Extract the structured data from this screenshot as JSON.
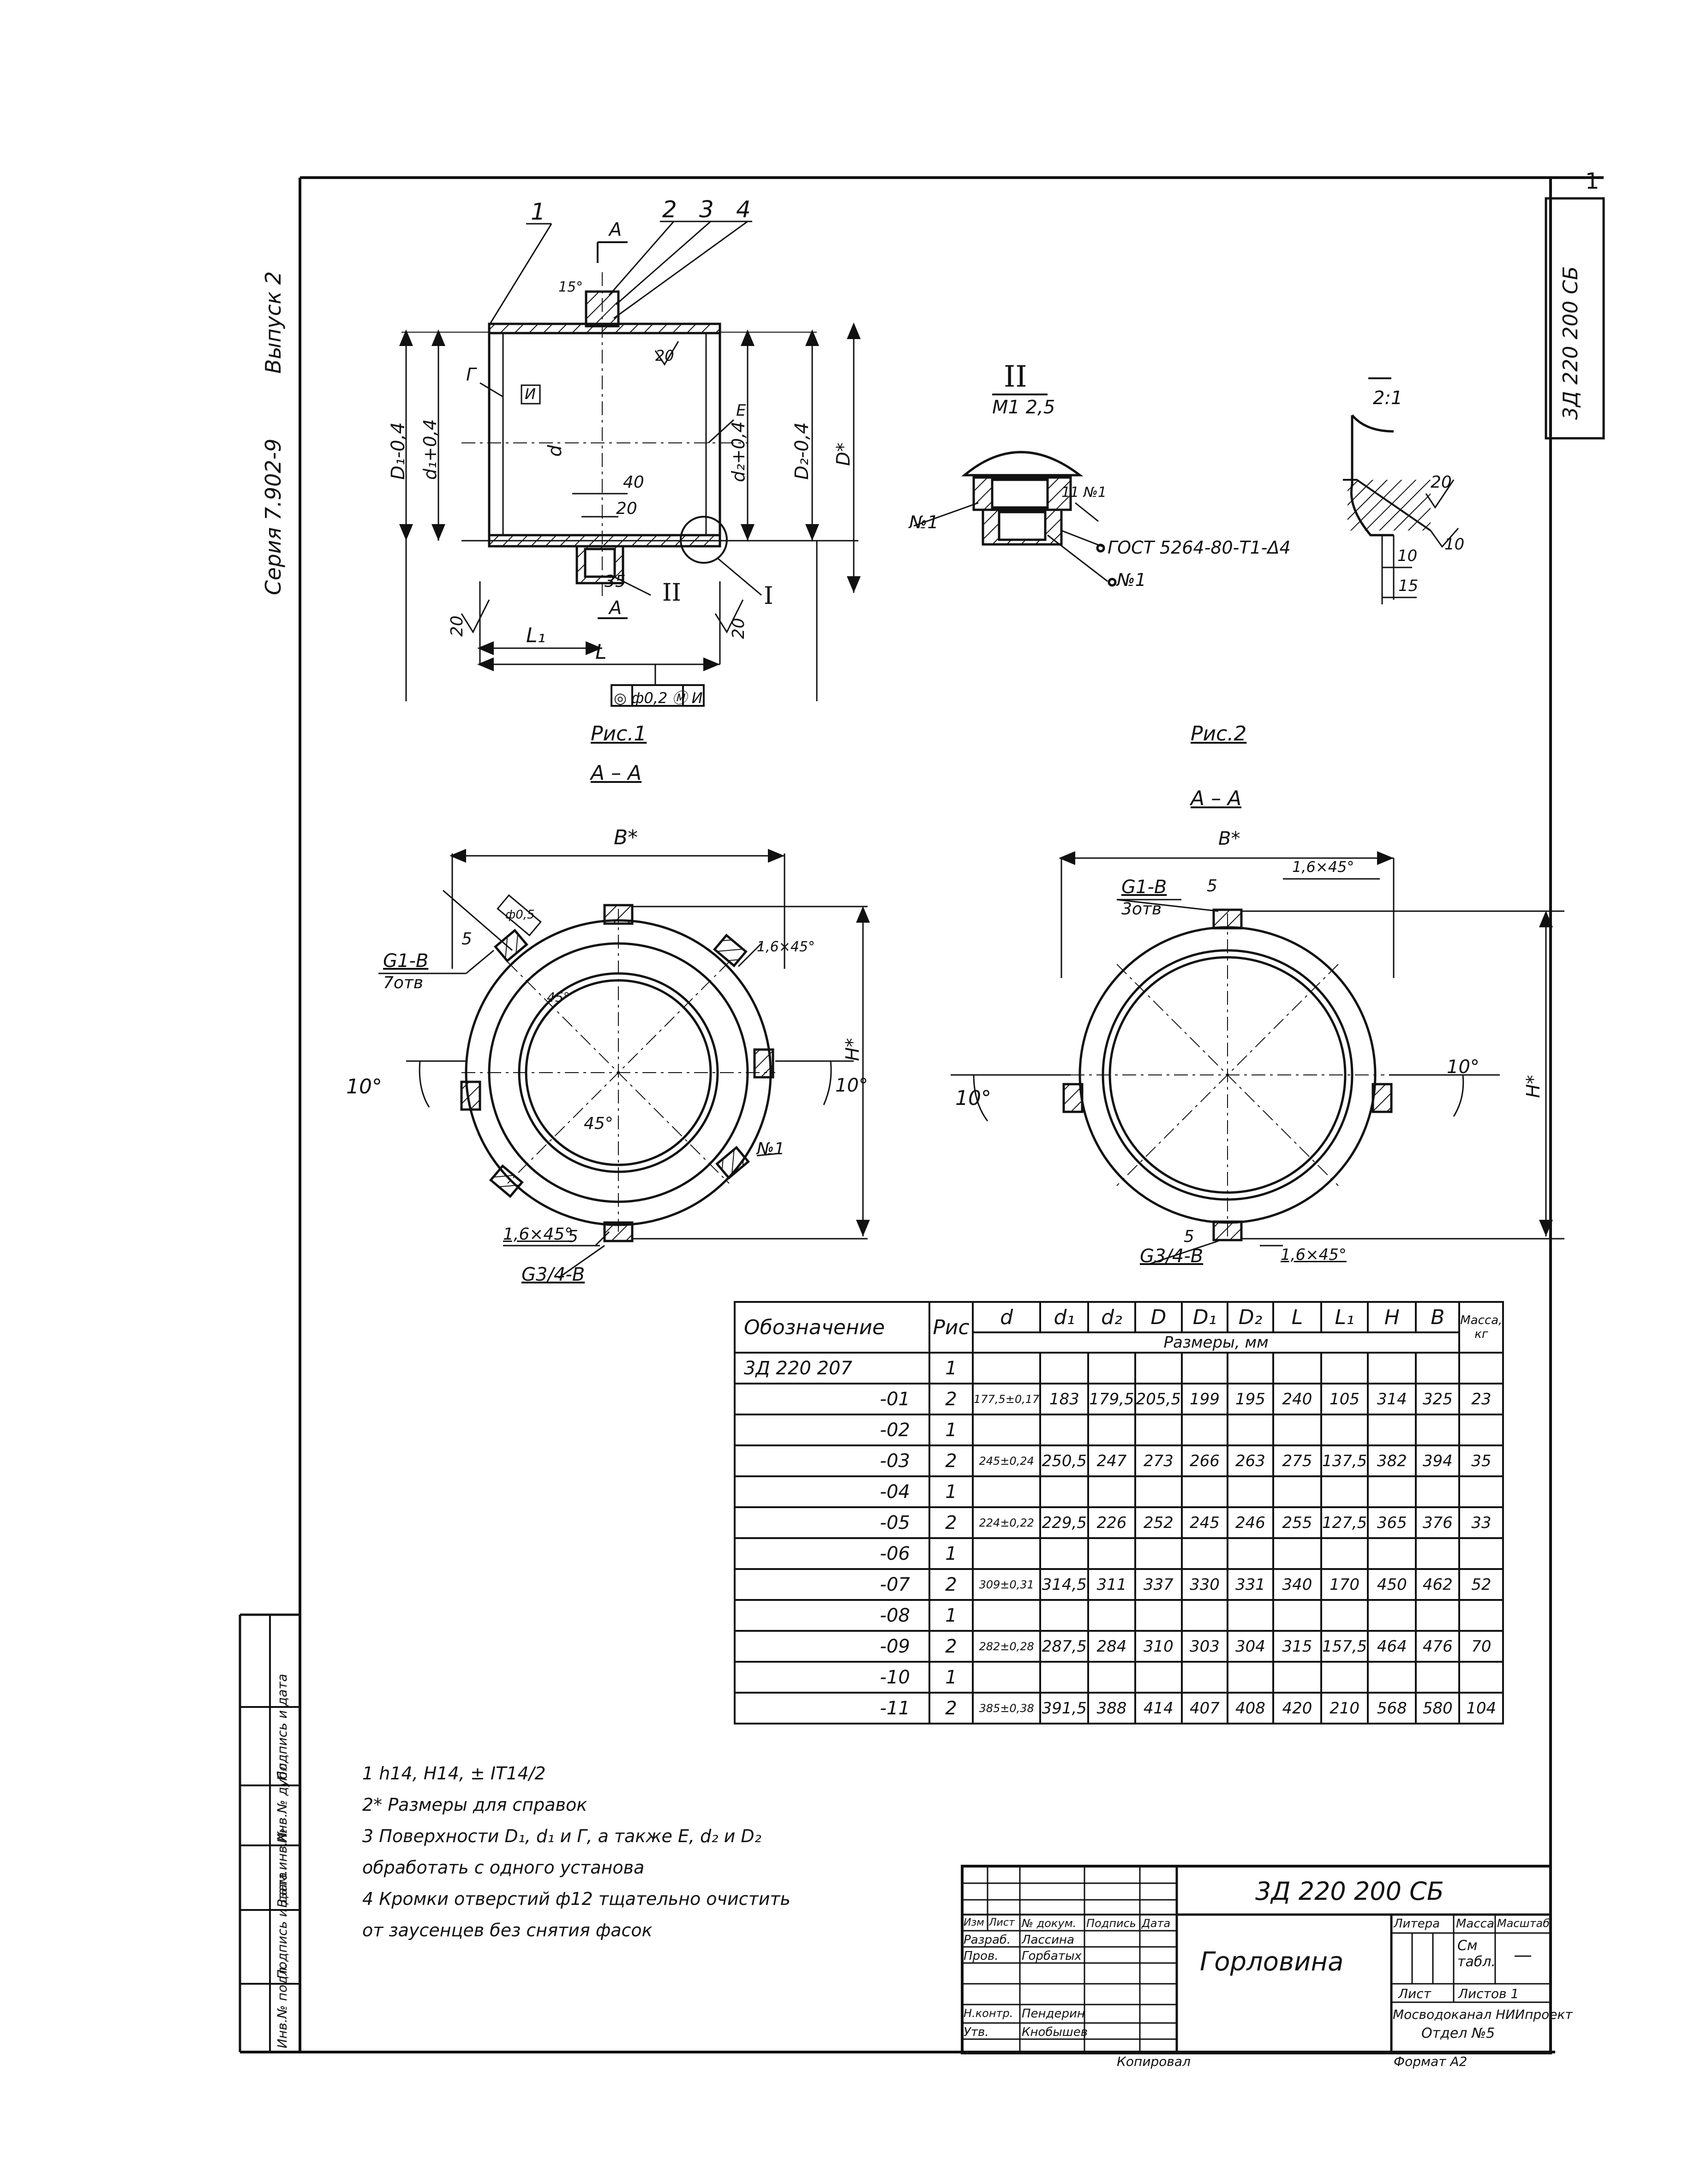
{
  "edge": {
    "series": "Серия 7.902-9",
    "issue": "Выпуск 2",
    "corner_code": "3Д 220 200 СБ",
    "corner_mark": "1"
  },
  "figure1": {
    "labels": {
      "l1": "1",
      "l2": "2",
      "l3": "3",
      "l4": "4",
      "sectionA": "A",
      "sectionA2": "A",
      "g": "Г",
      "e": "Е",
      "h_box": "И",
      "d1": "D₁-0,4",
      "d1s": "d₁+0,4",
      "d": "d",
      "d2s": "d₂+0,4",
      "d2": "D₂-0,4",
      "D": "D*",
      "dim40": "40",
      "dim20": "20",
      "dim35": "35",
      "angle": "15°",
      "rough_left": "20",
      "rough_right": "20",
      "rough_top": "20",
      "L1": "L₁",
      "L": "L",
      "tol_frame": "◎ ф0,2 Ⓜ И",
      "detail2": "II",
      "detail1": "I"
    },
    "caption": "Рис.1",
    "section_caption": "А – А"
  },
  "detail2": {
    "title": "II",
    "scale": "М1 2,5",
    "n1_left": "№1",
    "n1_top": "11 №1",
    "n1_bottom": "№1",
    "gost": "ГОСТ 5264-80-Т1-Δ4"
  },
  "detail1": {
    "title": "I",
    "scale": "2:1",
    "rough": "20",
    "dim10": "10",
    "dim15": "15",
    "dim10b": "10"
  },
  "figure2": {
    "caption": "Рис.2",
    "section_caption": "А – А"
  },
  "section_left": {
    "B": "В*",
    "H": "Н*",
    "thread_top": "G1-B",
    "holes_top": "7отв",
    "thread_bottom": "G3/4-B",
    "dim5_top": "5",
    "dim5_bottom": "5",
    "angle10_left": "10°",
    "angle10_right": "10°",
    "angle45": "45°",
    "angle45b": "45°",
    "chamfer_top": "1,6×45°",
    "chamfer_bottom": "1,6×45°",
    "n1": "№1",
    "tol": "ф0,5"
  },
  "section_right": {
    "B": "В*",
    "H": "Н*",
    "thread_top": "G1-B",
    "holes_top": "3отв",
    "thread_bottom": "G3/4-B",
    "dim5_top": "5",
    "dim5_bottom": "5",
    "angle10_left": "10°",
    "angle10_right": "10°",
    "chamfer_top": "1,6×45°",
    "chamfer_bottom": "1,6×45°"
  },
  "table": {
    "headers": [
      "Обозначение",
      "Рис",
      "d",
      "d₁",
      "d₂",
      "D",
      "D₁",
      "D₂",
      "L",
      "L₁",
      "H",
      "B",
      "Масса, кг"
    ],
    "subheader": "Размеры, мм",
    "rows": [
      [
        "3Д 220 207",
        "1",
        "",
        "",
        "",
        "",
        "",
        "",
        "",
        "",
        "",
        "",
        ""
      ],
      [
        "-01",
        "2",
        "177,5±0,17",
        "183",
        "179,5",
        "205,5",
        "199",
        "195",
        "240",
        "105",
        "314",
        "325",
        "23"
      ],
      [
        "-02",
        "1",
        "",
        "",
        "",
        "",
        "",
        "",
        "",
        "",
        "",
        "",
        ""
      ],
      [
        "-03",
        "2",
        "245±0,24",
        "250,5",
        "247",
        "273",
        "266",
        "263",
        "275",
        "137,5",
        "382",
        "394",
        "35"
      ],
      [
        "-04",
        "1",
        "",
        "",
        "",
        "",
        "",
        "",
        "",
        "",
        "",
        "",
        ""
      ],
      [
        "-05",
        "2",
        "224±0,22",
        "229,5",
        "226",
        "252",
        "245",
        "246",
        "255",
        "127,5",
        "365",
        "376",
        "33"
      ],
      [
        "-06",
        "1",
        "",
        "",
        "",
        "",
        "",
        "",
        "",
        "",
        "",
        "",
        ""
      ],
      [
        "-07",
        "2",
        "309±0,31",
        "314,5",
        "311",
        "337",
        "330",
        "331",
        "340",
        "170",
        "450",
        "462",
        "52"
      ],
      [
        "-08",
        "1",
        "",
        "",
        "",
        "",
        "",
        "",
        "",
        "",
        "",
        "",
        ""
      ],
      [
        "-09",
        "2",
        "282±0,28",
        "287,5",
        "284",
        "310",
        "303",
        "304",
        "315",
        "157,5",
        "464",
        "476",
        "70"
      ],
      [
        "-10",
        "1",
        "",
        "",
        "",
        "",
        "",
        "",
        "",
        "",
        "",
        "",
        ""
      ],
      [
        "-11",
        "2",
        "385±0,38",
        "391,5",
        "388",
        "414",
        "407",
        "408",
        "420",
        "210",
        "568",
        "580",
        "104"
      ]
    ]
  },
  "notes": [
    "1  h14, H14, ± IT14/2",
    "2* Размеры для справок",
    "3  Поверхности D₁, d₁ и Г, а также Е, d₂ и D₂",
    "обработать с одного установа",
    "4  Кромки отверстий ф12 тщательно очистить",
    "от заусенцев без снятия фасок"
  ],
  "title_block": {
    "code": "3Д 220 200 СБ",
    "name": "Горловина",
    "head_izm": "Изм",
    "head_list": "Лист",
    "head_doc": "№ докум.",
    "head_sign": "Подпись",
    "head_date": "Дата",
    "razrab_role": "Разраб.",
    "razrab_name": "Лассина",
    "prov_role": "Пров.",
    "prov_name": "Горбатых",
    "nkontr_role": "Н.контр.",
    "nkontr_name": "Пендерин",
    "utv_role": "Утв.",
    "utv_name": "Кнобышев",
    "litera": "Литера",
    "mass": "Масса",
    "scale": "Масштаб",
    "mass_val": "См табл.",
    "scale_val": "—",
    "sheet": "Лист",
    "sheets": "Листов 1",
    "org1": "Мосводоканал НИИпроект",
    "org2": "Отдел №5",
    "copied": "Копировал",
    "format": "Формат А2"
  },
  "side_stamp": [
    "Инв.№ подл.",
    "Подпись и дата",
    "Взам.инв.№",
    "Инв.№ дубл.",
    "Подпись и дата"
  ]
}
